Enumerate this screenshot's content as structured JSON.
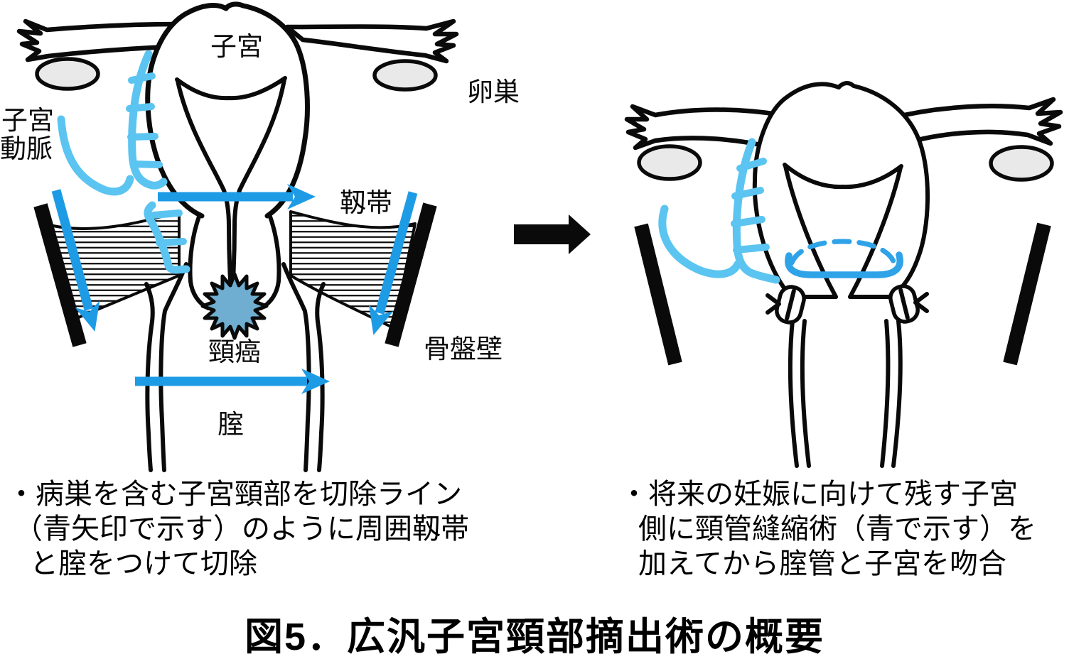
{
  "figure": {
    "caption": "図5．広汎子宮頸部摘出術の概要",
    "colors": {
      "arrow_blue": "#1E9BE5",
      "artery_blue": "#5BC4F1",
      "cerclage_blue": "#2FA3E8",
      "cancer_fill": "#6FAED0",
      "ovary_fill": "#E9E9E9",
      "outline_black": "#0a0a0a"
    },
    "left_panel": {
      "labels": {
        "uterus": "子宮",
        "ovary": "卵巣",
        "uterine_artery_line1": "子宮",
        "uterine_artery_line2": "動脈",
        "ligament": "靱帯",
        "cervical_cancer": "頸癌",
        "pelvic_wall": "骨盤壁",
        "vagina": "腟"
      },
      "description_lines": [
        "・病巣を含む子宮頸部を切除ライン",
        "（青矢印で示す）のように周囲靱帯",
        "と腟をつけて切除"
      ]
    },
    "right_panel": {
      "description_lines": [
        "・将来の妊娠に向けて残す子宮",
        "側に頸管縫縮術（青で示す）を",
        "加えてから腟管と子宮を吻合"
      ]
    }
  }
}
